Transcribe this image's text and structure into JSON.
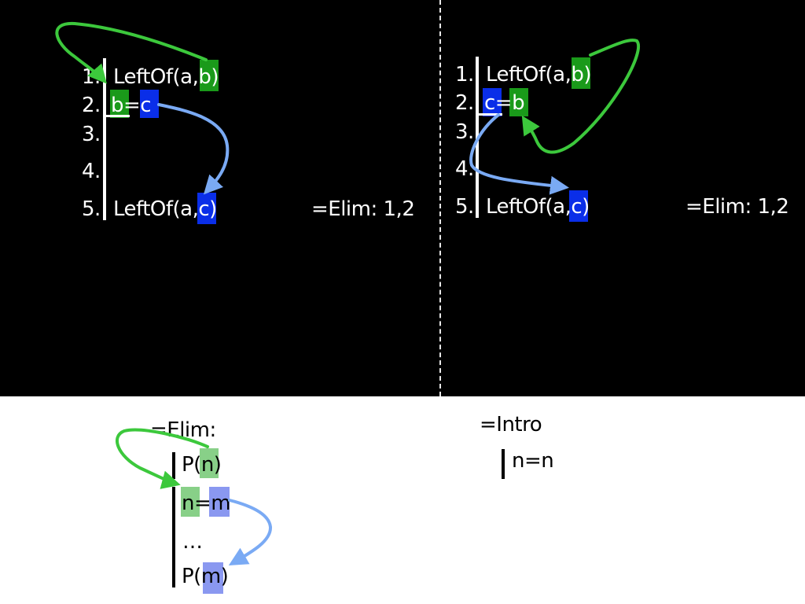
{
  "left_proof": {
    "line1_num": "1.",
    "line1": "LeftOf(a,b)",
    "line2_num": "2.",
    "line2": "b=c",
    "line3_num": "3.",
    "line4_num": "4.",
    "line5_num": "5.",
    "line5": "LeftOf(a,c)",
    "justification": "=Elim: 1,2"
  },
  "right_proof": {
    "line1_num": "1.",
    "line1": "LeftOf(a,b)",
    "line2_num": "2.",
    "line2": "c=b",
    "line3_num": "3.",
    "line4_num": "4.",
    "line5_num": "5.",
    "line5": "LeftOf(a,c)",
    "justification": "=Elim: 1,2"
  },
  "elim_rule": {
    "title": "=Elim:",
    "premise": "P(n)",
    "equation": "n=m",
    "ellipsis": "…",
    "conclusion": "P(m)"
  },
  "intro_rule": {
    "title": "=Intro",
    "conclusion": "n=n"
  },
  "colors": {
    "green_highlight": "#1a9a1a",
    "blue_highlight": "#0a2ee8",
    "green_arrow": "#3cc83c",
    "blue_arrow": "#7aaaf4"
  }
}
